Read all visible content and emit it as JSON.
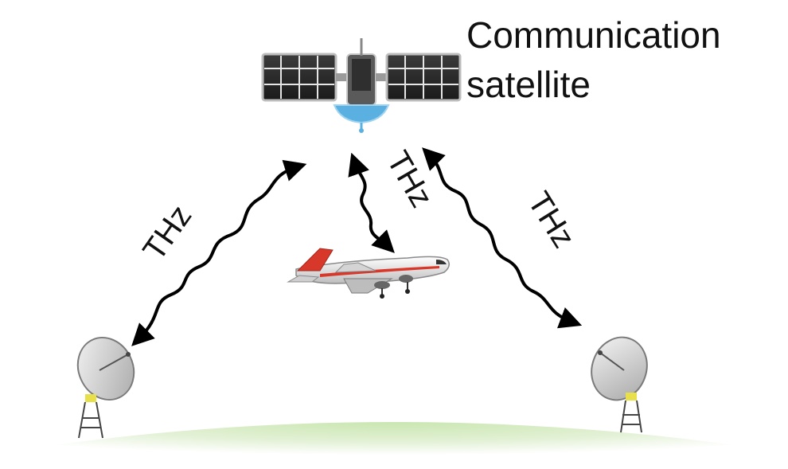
{
  "diagram": {
    "title_line1": "Communication",
    "title_line2": "satellite",
    "link_left_label": "THz",
    "link_middle_label": "THz",
    "link_right_label": "THz"
  },
  "icons": {
    "satellite": "satellite-icon",
    "airplane": "airplane-icon",
    "left_dish": "satellite-dish-icon",
    "right_dish": "satellite-dish-icon"
  },
  "colors": {
    "ground": "#cfe8b8",
    "solar_panel": "#2a2a2a",
    "satellite_body": "#8a8a8a",
    "antenna_blue": "#5ab0e0",
    "airplane_tail": "#d8382a",
    "wave": "#000000",
    "tower": "#e8e04a"
  }
}
